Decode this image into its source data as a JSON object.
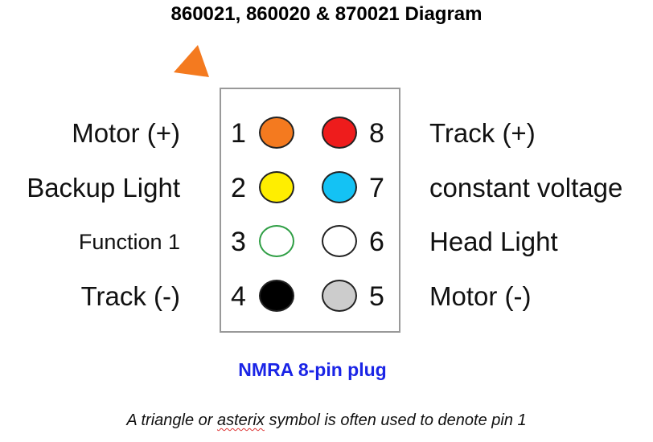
{
  "title": "860021, 860020 & 870021 Diagram",
  "plug_caption": "NMRA 8-pin plug",
  "footnote": {
    "before": "A triangle or ",
    "flagged_word": "asterix",
    "after": " symbol is often used to denote pin 1"
  },
  "colors": {
    "marker": "#f47a1f",
    "caption": "#1a24e6",
    "box_border": "#999999"
  },
  "pin1_marker_icon": "triangle-icon",
  "pins_left": [
    {
      "number": "1",
      "label": "Motor (+)",
      "color": "#f47a1f"
    },
    {
      "number": "2",
      "label": "Backup Light",
      "color": "#ffee00"
    },
    {
      "number": "3",
      "label": "Function 1",
      "color": "#ffffff",
      "outline": "#2e9e44"
    },
    {
      "number": "4",
      "label": "Track (-)",
      "color": "#000000"
    }
  ],
  "pins_right": [
    {
      "number": "8",
      "label": "Track (+)",
      "color": "#ee1c1c"
    },
    {
      "number": "7",
      "label": "constant voltage",
      "color": "#14c2f4"
    },
    {
      "number": "6",
      "label": "Head Light",
      "color": "#ffffff"
    },
    {
      "number": "5",
      "label": "Motor (-)",
      "color": "#cccccc"
    }
  ]
}
